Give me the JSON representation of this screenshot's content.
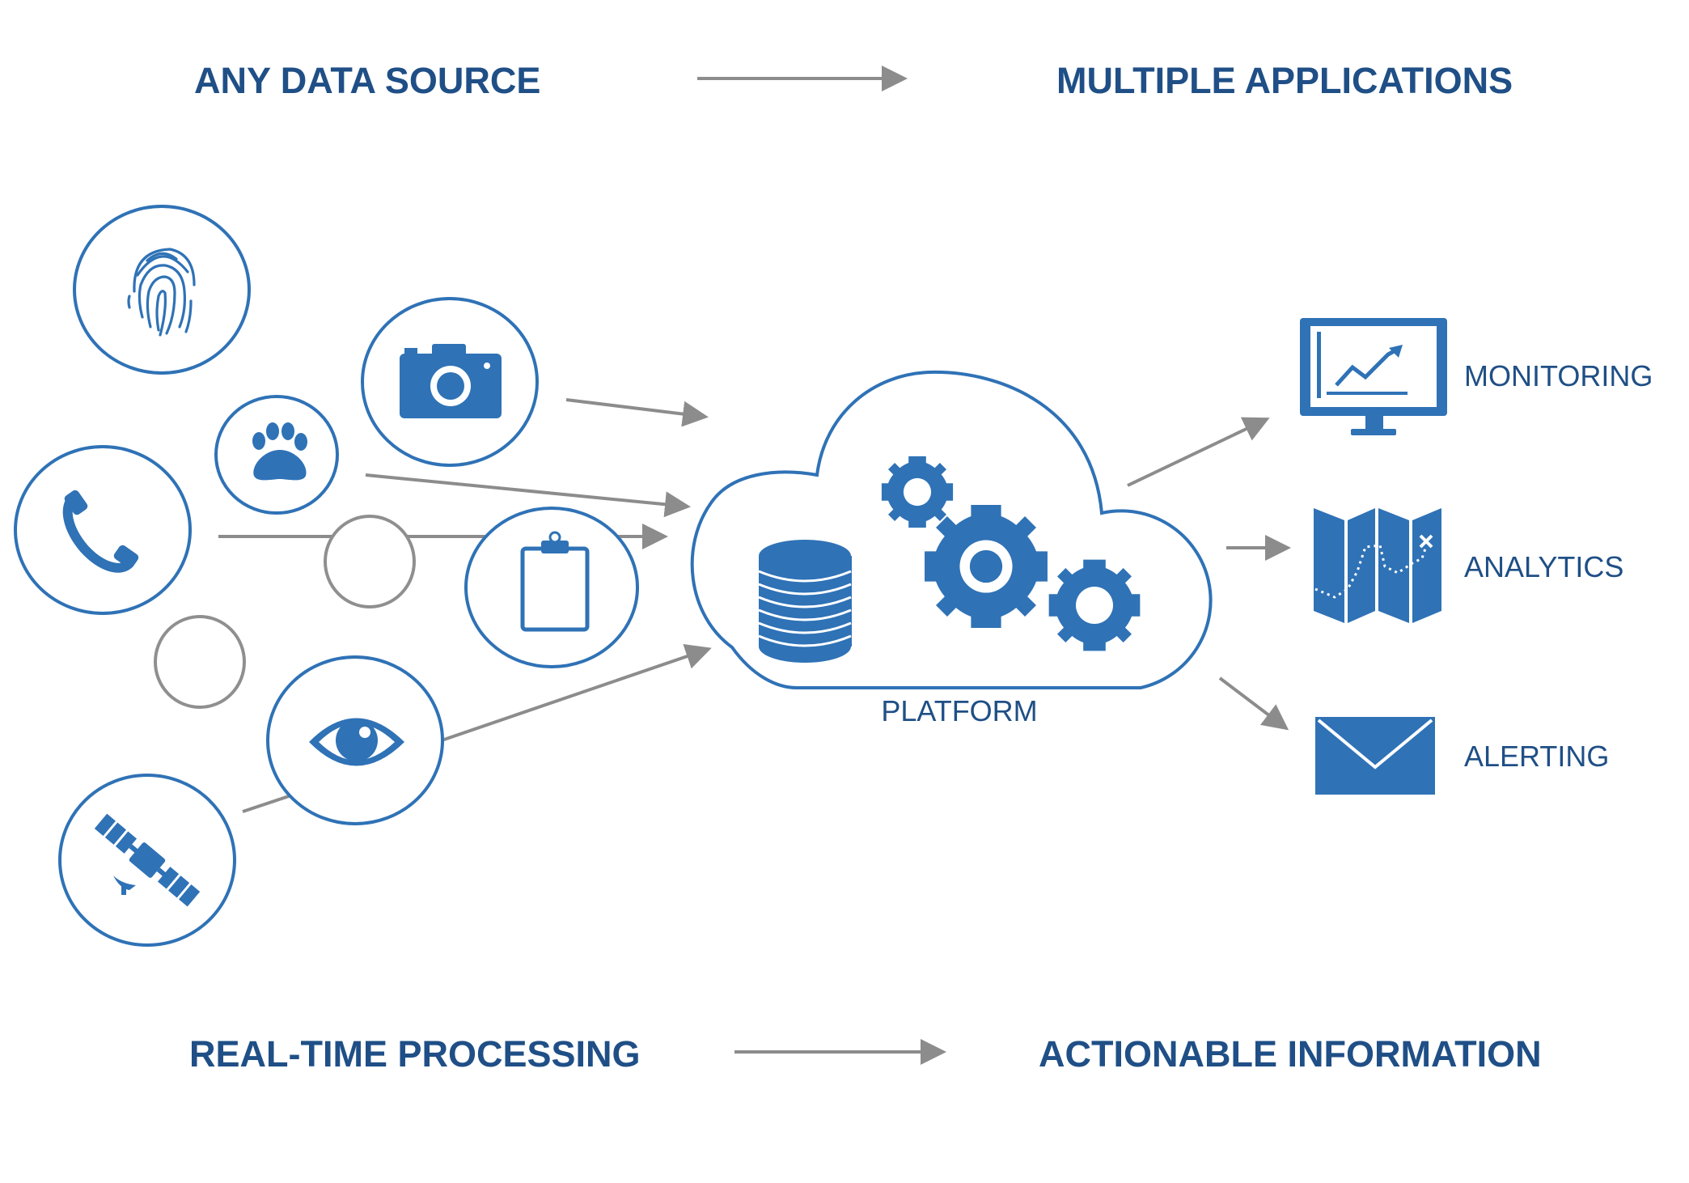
{
  "headings": {
    "any_data_source": "ANY DATA SOURCE",
    "multiple_applications": "MULTIPLE APPLICATIONS",
    "real_time_processing": "REAL-TIME PROCESSING",
    "actionable_information": "ACTIONABLE INFORMATION"
  },
  "platform": {
    "label": "PLATFORM",
    "icons": [
      "database-icon",
      "gear-icon"
    ]
  },
  "sources": [
    {
      "icon": "fingerprint-icon"
    },
    {
      "icon": "camera-icon"
    },
    {
      "icon": "paw-print-icon"
    },
    {
      "icon": "phone-icon"
    },
    {
      "icon": "clipboard-icon"
    },
    {
      "icon": "eye-icon"
    },
    {
      "icon": "satellite-icon"
    }
  ],
  "applications": [
    {
      "label": "MONITORING",
      "icon": "monitor-chart-icon"
    },
    {
      "label": "ANALYTICS",
      "icon": "map-icon"
    },
    {
      "label": "ALERTING",
      "icon": "envelope-icon"
    }
  ],
  "colors": {
    "primary": "#2f72b6",
    "text": "#1f4f86",
    "connector": "#8c8c8c",
    "placeholder_circle": "#8f8f8f"
  }
}
